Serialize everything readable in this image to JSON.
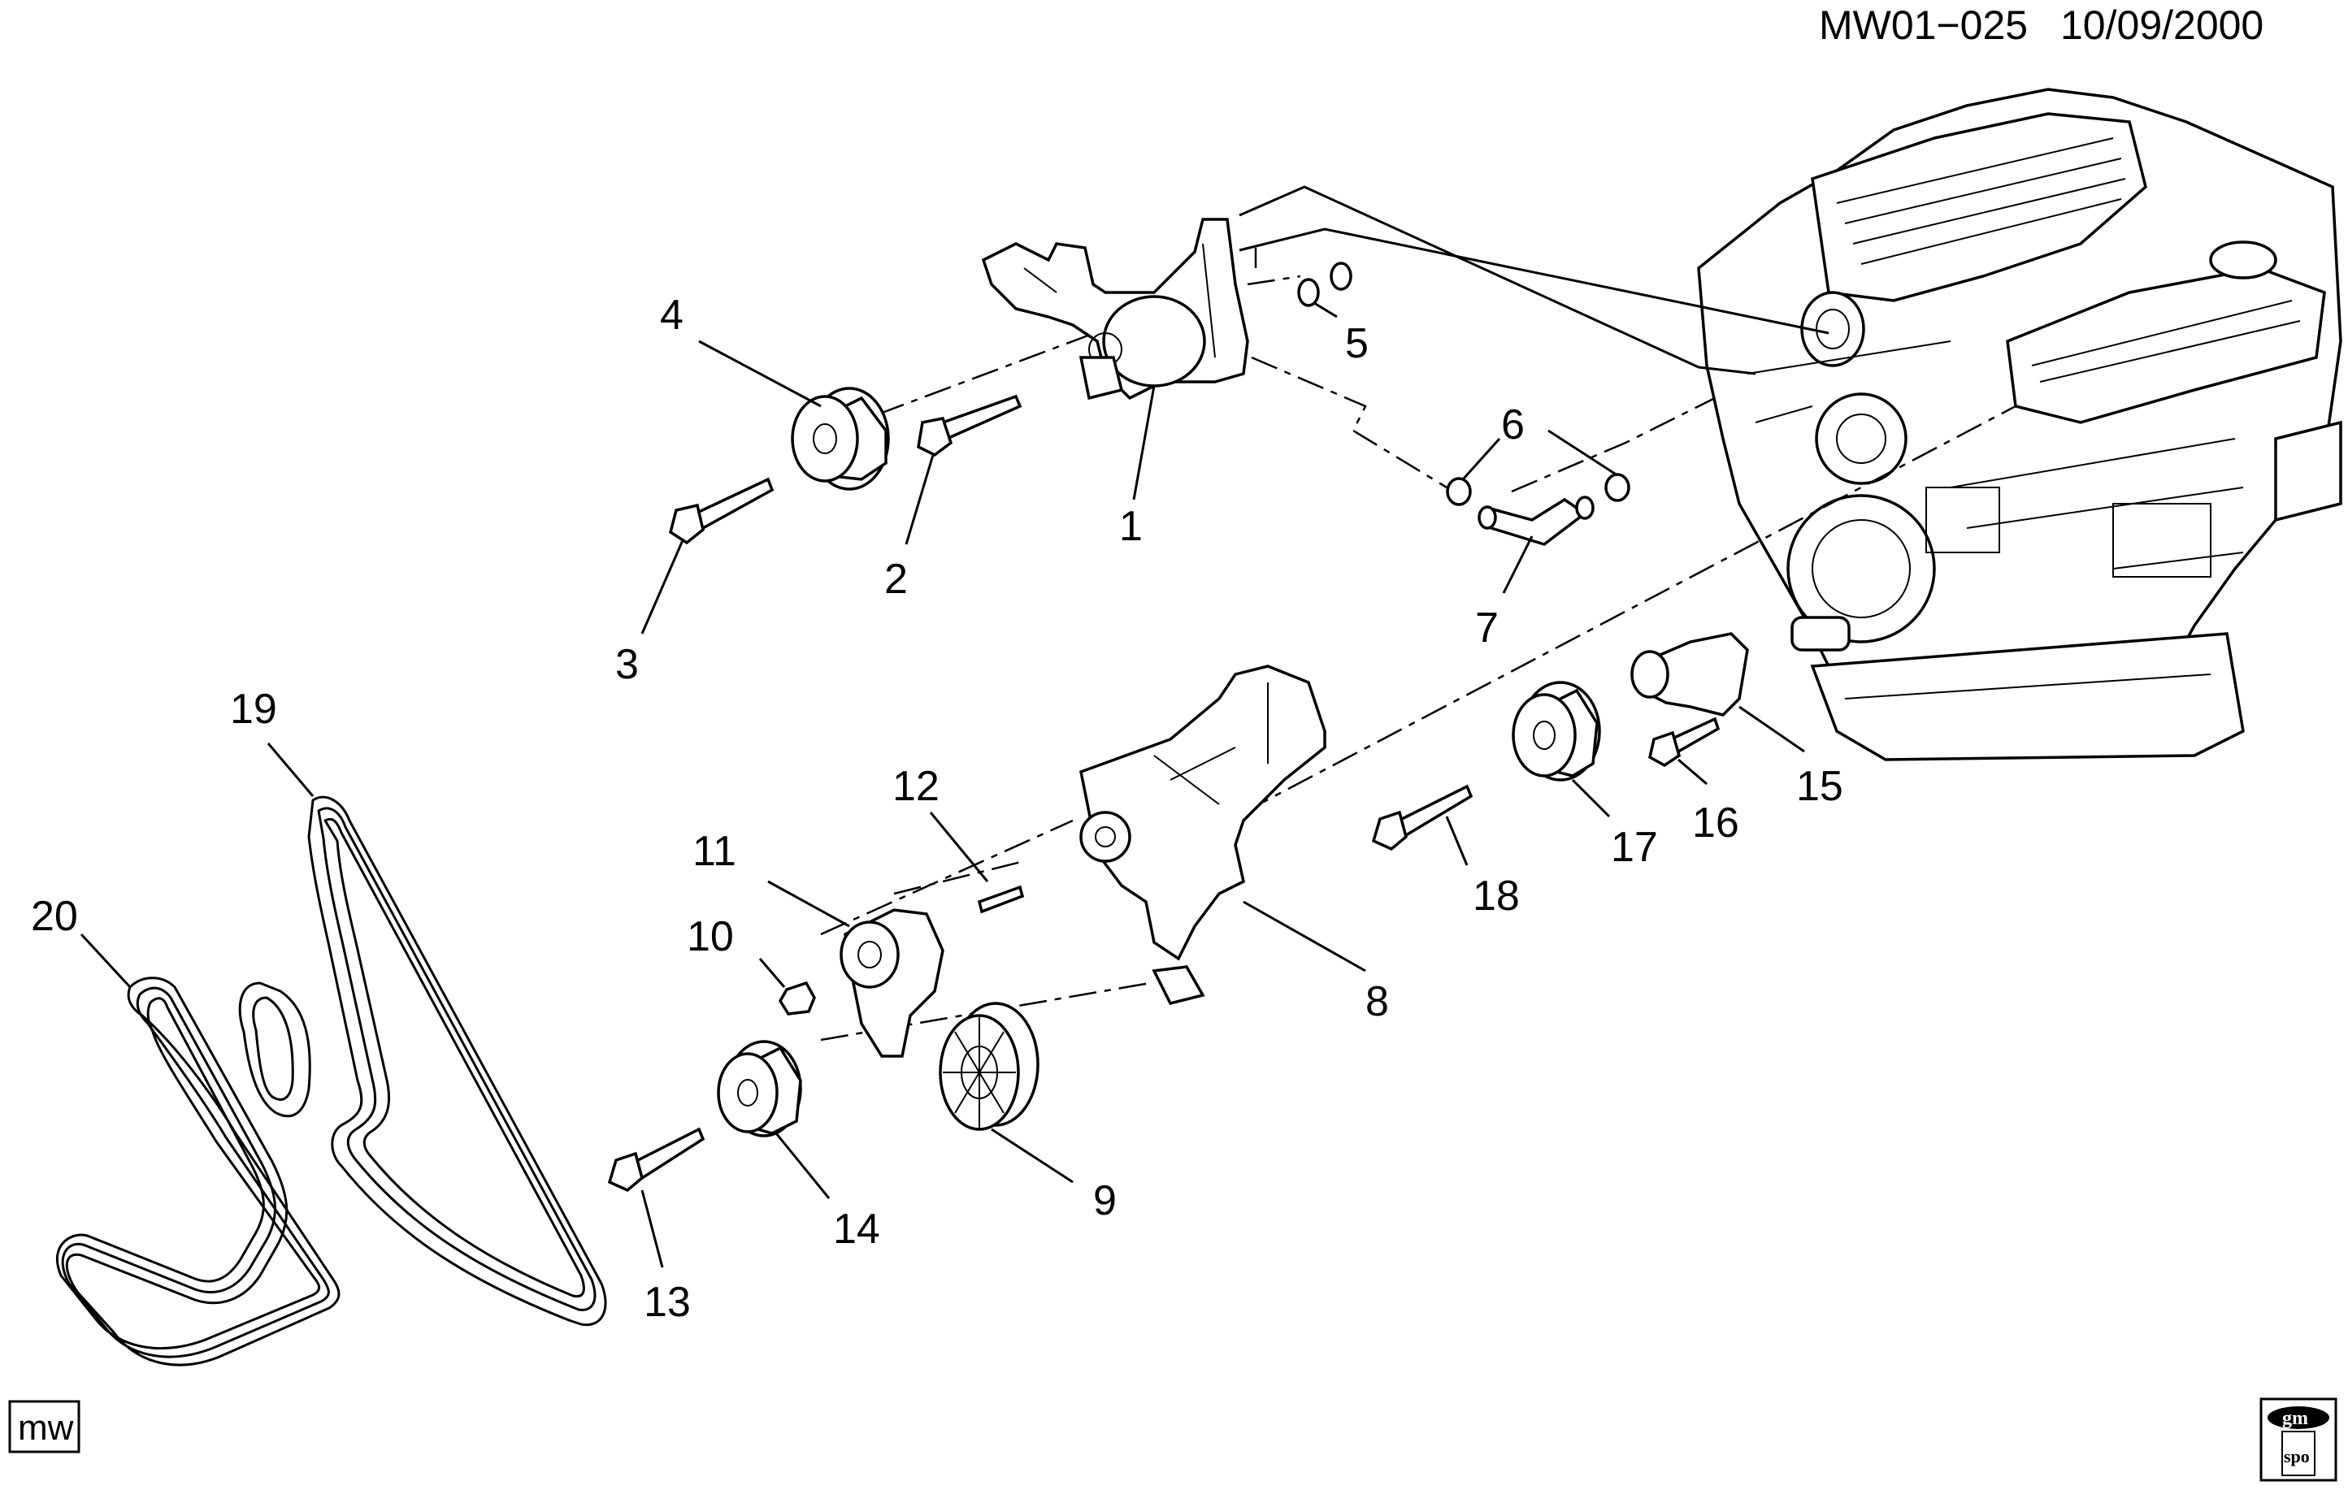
{
  "header": {
    "code": "MW01−025",
    "date": "10/09/2000"
  },
  "badges": {
    "mw": "mw",
    "gmspo_top": "gm",
    "gmspo_bottom": "spo"
  },
  "callouts": [
    {
      "id": "1",
      "text": "1"
    },
    {
      "id": "2",
      "text": "2"
    },
    {
      "id": "3",
      "text": "3"
    },
    {
      "id": "4",
      "text": "4"
    },
    {
      "id": "5",
      "text": "5"
    },
    {
      "id": "6",
      "text": "6"
    },
    {
      "id": "7",
      "text": "7"
    },
    {
      "id": "8",
      "text": "8"
    },
    {
      "id": "9",
      "text": "9"
    },
    {
      "id": "10",
      "text": "10"
    },
    {
      "id": "11",
      "text": "11"
    },
    {
      "id": "12",
      "text": "12"
    },
    {
      "id": "13",
      "text": "13"
    },
    {
      "id": "14",
      "text": "14"
    },
    {
      "id": "15",
      "text": "15"
    },
    {
      "id": "16",
      "text": "16"
    },
    {
      "id": "17",
      "text": "17"
    },
    {
      "id": "18",
      "text": "18"
    },
    {
      "id": "19",
      "text": "19"
    },
    {
      "id": "20",
      "text": "20"
    }
  ]
}
